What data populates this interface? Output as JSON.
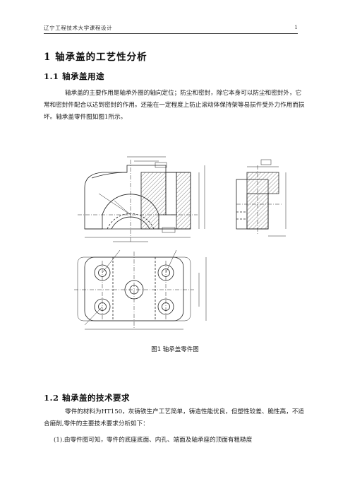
{
  "header": {
    "left": "辽宁工程技术大学课程设计",
    "page_number": "1"
  },
  "section": {
    "title": "1 轴承盖的工艺性分析"
  },
  "subsection_1": {
    "title": "1.1 轴承盖用途",
    "paragraph": "轴承盖的主要作用是轴承外圈的轴向定位；防尘和密封，除它本身可以防尘和密封外，它常和密封件配合以达到密封的作用。还能在一定程度上防止滚动体保持架等易损件受外力作用而损坏。轴承盖零件图如图1所示。"
  },
  "figure": {
    "caption": "图1  轴承盖零件图"
  },
  "subsection_2": {
    "title": "1.2 轴承盖的技术要求",
    "paragraph": "零件的材料为HT150，灰铸铁生产工艺简单，铸造性能优良，但塑性较差、脆性高，不适合磨削,零件的主要技术要求分析如下：",
    "item_1": "(1).由零件图可知，零件的底座底面、内孔、端面及轴承座的顶面有粗糙度"
  }
}
